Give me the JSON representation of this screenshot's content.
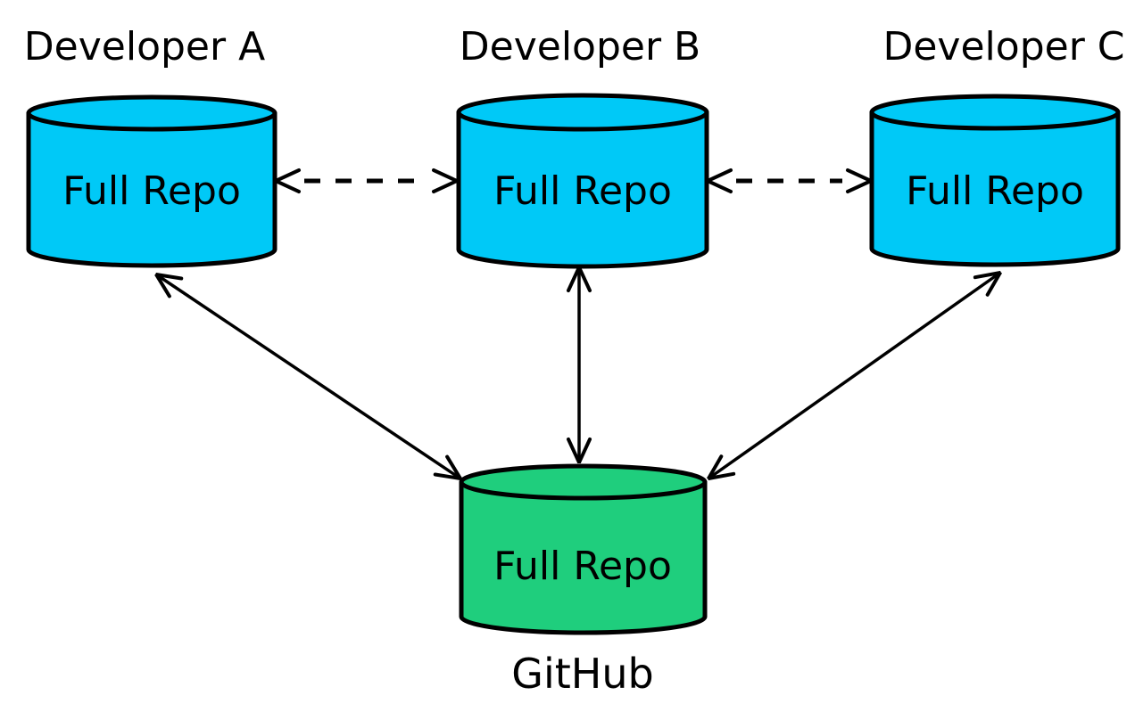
{
  "diagram": {
    "background": "#ffffff",
    "stroke_color": "#000000",
    "nodes": [
      {
        "id": "developer-a",
        "title": "Developer A",
        "repo_label": "Full Repo",
        "fill": "#00c9f7",
        "role": "developer",
        "title_position": "top"
      },
      {
        "id": "developer-b",
        "title": "Developer B",
        "repo_label": "Full Repo",
        "fill": "#00c9f7",
        "role": "developer",
        "title_position": "top"
      },
      {
        "id": "developer-c",
        "title": "Developer C",
        "repo_label": "Full Repo",
        "fill": "#00c9f7",
        "role": "developer",
        "title_position": "top"
      },
      {
        "id": "github",
        "title": "GitHub",
        "repo_label": "Full Repo",
        "fill": "#1fce7d",
        "role": "server",
        "title_position": "bottom"
      }
    ],
    "edges": [
      {
        "from": "developer-a",
        "to": "developer-b",
        "style": "dashed",
        "arrows": "both"
      },
      {
        "from": "developer-b",
        "to": "developer-c",
        "style": "dashed",
        "arrows": "both"
      },
      {
        "from": "developer-a",
        "to": "github",
        "style": "solid",
        "arrows": "both"
      },
      {
        "from": "developer-b",
        "to": "github",
        "style": "solid",
        "arrows": "both"
      },
      {
        "from": "developer-c",
        "to": "github",
        "style": "solid",
        "arrows": "both"
      }
    ]
  }
}
